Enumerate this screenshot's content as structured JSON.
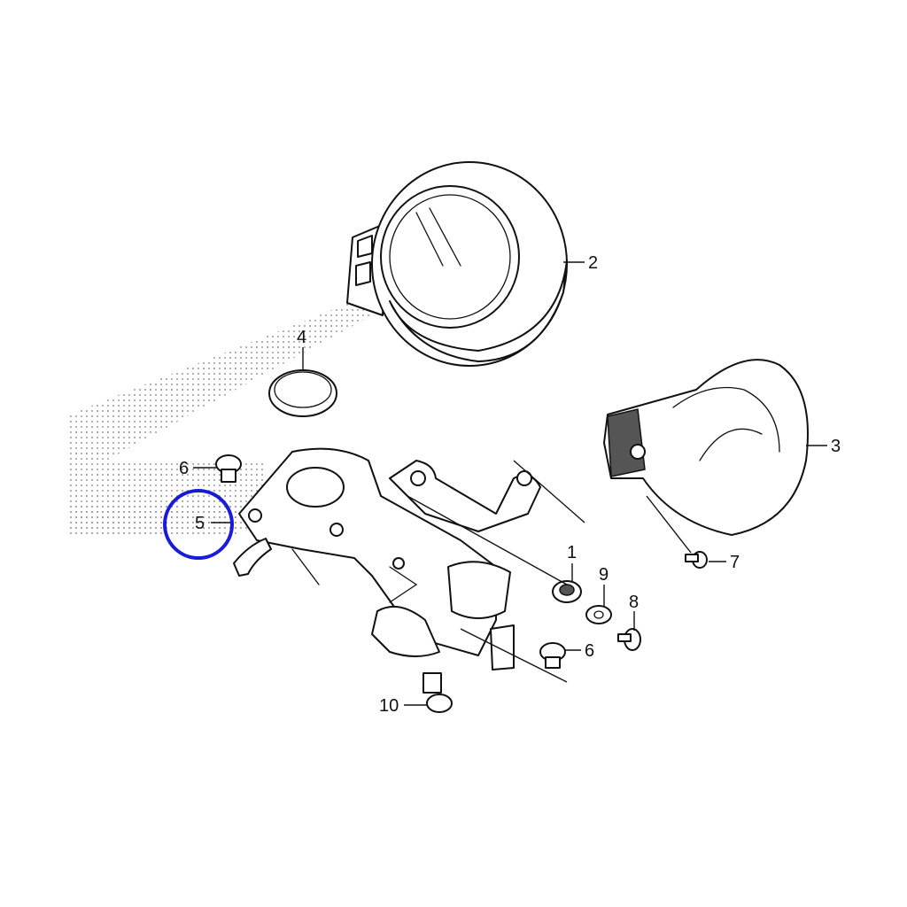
{
  "diagram": {
    "highlight_color": "#1a1adb",
    "callouts": [
      {
        "id": "p1",
        "label": "1"
      },
      {
        "id": "p2",
        "label": "2"
      },
      {
        "id": "p3",
        "label": "3"
      },
      {
        "id": "p4",
        "label": "4"
      },
      {
        "id": "p5",
        "label": "5"
      },
      {
        "id": "p6a",
        "label": "6"
      },
      {
        "id": "p6b",
        "label": "6"
      },
      {
        "id": "p7",
        "label": "7"
      },
      {
        "id": "p8",
        "label": "8"
      },
      {
        "id": "p9",
        "label": "9"
      },
      {
        "id": "p10",
        "label": "10"
      }
    ],
    "highlighted_callout": "5"
  }
}
